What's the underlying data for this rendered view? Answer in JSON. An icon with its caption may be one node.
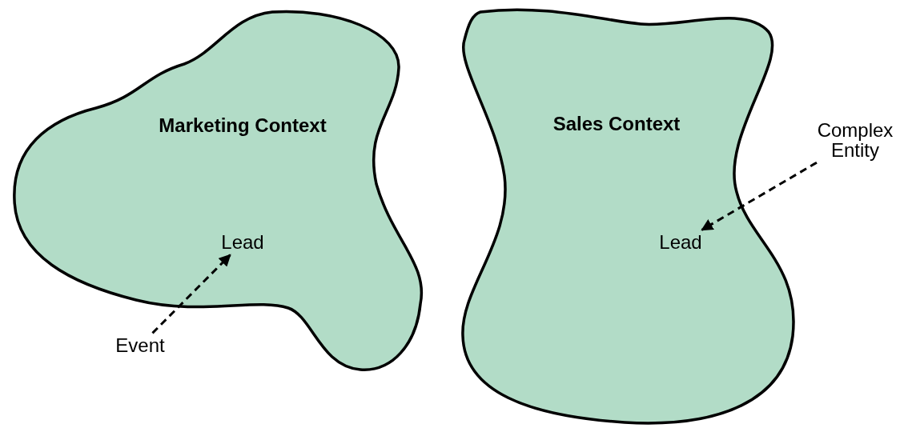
{
  "diagram": {
    "nodes": [
      {
        "text": [
          "Marketing Context"
        ]
      },
      {
        "text": [
          "Lead"
        ],
        "in": 0
      },
      {
        "text": [
          "Event"
        ]
      },
      {
        "text": [
          "Sales Context"
        ]
      },
      {
        "text": [
          "Lead"
        ],
        "in": 3
      },
      {
        "text": [
          "Complex Entity"
        ]
      }
    ],
    "edges": [
      {
        "from": 2,
        "to": 1,
        "arrow": "to",
        "style": "dashed"
      },
      {
        "from": 5,
        "to": 4,
        "arrow": "to",
        "style": "dashed"
      }
    ]
  }
}
